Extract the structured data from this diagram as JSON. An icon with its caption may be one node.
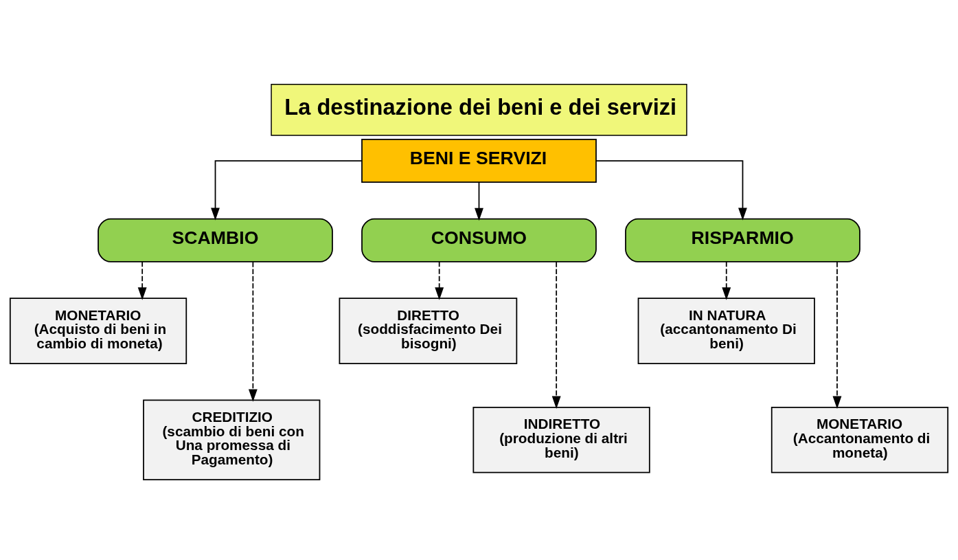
{
  "diagram": {
    "title": "La destinazione dei beni e dei servizi",
    "nodes": [
      {
        "text": [
          "BENI E SERVIZI"
        ]
      },
      {
        "text": [
          "SCAMBIO"
        ]
      },
      {
        "text": [
          "CONSUMO"
        ]
      },
      {
        "text": [
          "RISPARMIO"
        ]
      },
      {
        "text": [
          "MONETARIO",
          "(Acquisto di beni in cambio di moneta)"
        ]
      },
      {
        "text": [
          "CREDITIZIO",
          "(scambio di beni con Una promessa di Pagamento)"
        ]
      },
      {
        "text": [
          "DIRETTO",
          "(soddisfacimento Dei bisogni)"
        ]
      },
      {
        "text": [
          "INDIRETTO",
          "(produzione di altri beni)"
        ]
      },
      {
        "text": [
          "IN NATURA",
          "(accantonamento Di beni)"
        ]
      },
      {
        "text": [
          "MONETARIO",
          "(Accantonamento di moneta)"
        ]
      }
    ],
    "edges": [
      {
        "from": 0,
        "to": 1,
        "arrow": "to"
      },
      {
        "from": 0,
        "to": 2,
        "arrow": "to"
      },
      {
        "from": 0,
        "to": 3,
        "arrow": "to"
      },
      {
        "from": 1,
        "to": 4,
        "arrow": "to",
        "style": "dashed"
      },
      {
        "from": 1,
        "to": 5,
        "arrow": "to",
        "style": "dashed"
      },
      {
        "from": 2,
        "to": 6,
        "arrow": "to",
        "style": "dashed"
      },
      {
        "from": 2,
        "to": 7,
        "arrow": "to",
        "style": "dashed"
      },
      {
        "from": 3,
        "to": 8,
        "arrow": "to",
        "style": "dashed"
      },
      {
        "from": 3,
        "to": 9,
        "arrow": "to",
        "style": "dashed"
      }
    ]
  }
}
